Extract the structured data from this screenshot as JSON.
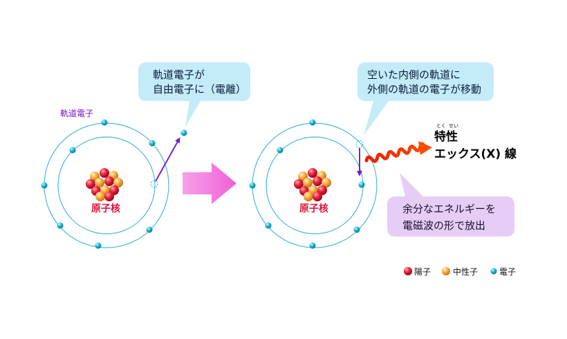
{
  "left_atom": {
    "orbit_label": "軌道電子",
    "nucleus_label": "原子核",
    "callout": {
      "line1": "軌道電子が",
      "line2": "自由電子に（電離）"
    }
  },
  "right_atom": {
    "nucleus_label": "原子核",
    "callout": {
      "line1": "空いた内側の軌道に",
      "line2": "外側の軌道の電子が移動"
    }
  },
  "energy_callout": {
    "line1": "余分なエネルギーを",
    "line2": "電磁波の形で放出"
  },
  "xray": {
    "ruby_toku": "とく",
    "ruby_sei": "せい",
    "line1": "特性",
    "line2": "エックス(X) 線"
  },
  "legend": {
    "proton": "陽子",
    "neutron": "中性子",
    "electron": "電子"
  },
  "colors": {
    "orbit": "#4ab8d8",
    "electron": "#1ab4d4",
    "proton": "#e01030",
    "neutron": "#f4a63a",
    "transition_arrow": "#7a20c8",
    "big_arrow": "#f070d8",
    "xray_wave": "#ff3a00",
    "callout_blue": "#c4ecf8",
    "callout_purple": "#e6cdf5"
  }
}
